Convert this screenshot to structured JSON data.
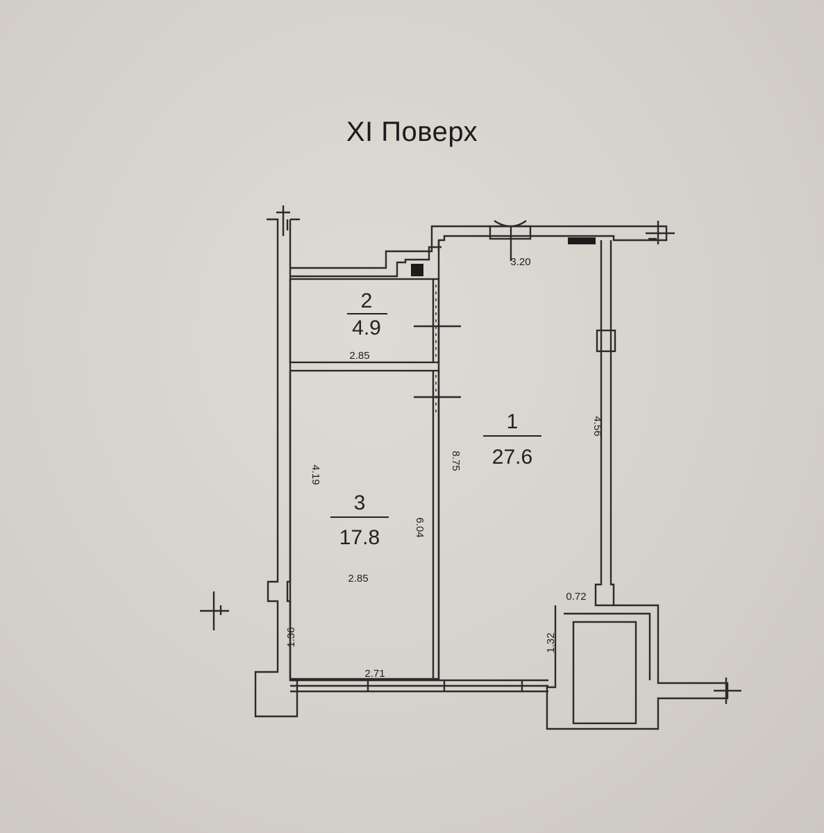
{
  "title": "XI Поверх",
  "rooms": [
    {
      "number": "1",
      "area": "27.6"
    },
    {
      "number": "2",
      "area": "4.9"
    },
    {
      "number": "3",
      "area": "17.8"
    }
  ],
  "dimensions": {
    "room1_width_top": "3.20",
    "room1_right_wall": "4.56",
    "room1_left_wall": "8.75",
    "room2_width": "2.85",
    "room3_left_wall": "4.19",
    "room3_right_wall": "6.04",
    "room3_width": "2.85",
    "window_width": "2.71",
    "left_ledge": "1.36",
    "balcony_depth": "1.32",
    "column_offset": "0.72"
  }
}
